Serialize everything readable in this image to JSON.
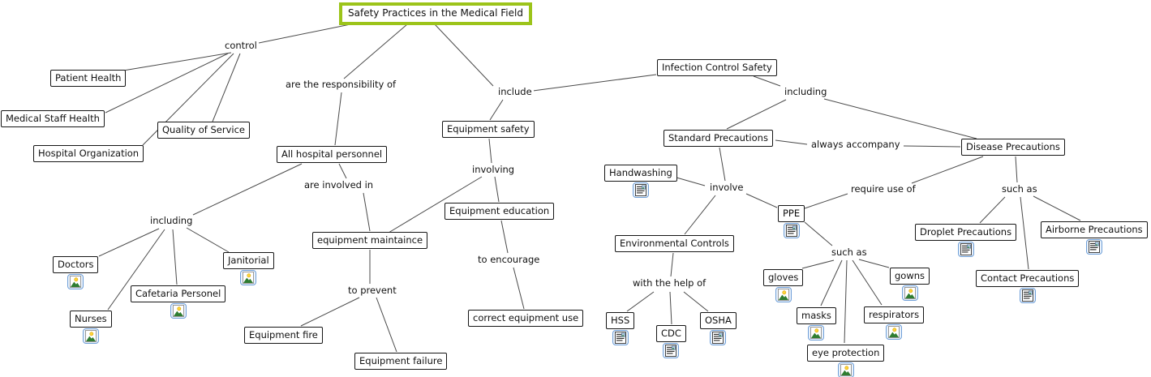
{
  "title": "Safety Practices in the Medical Field",
  "colors": {
    "title_border": "#9cc41a",
    "box_border": "#161616",
    "line": "#4a4a4a",
    "text": "#111111",
    "background": "#ffffff",
    "icon_border": "#6f9fd8"
  },
  "concepts": {
    "patient_health": "Patient Health",
    "medical_staff_health": "Medical Staff Health",
    "hospital_organization": "Hospital Organization",
    "quality_of_service": "Quality of Service",
    "all_hospital_personnel": "All hospital personnel",
    "doctors": "Doctors",
    "nurses": "Nurses",
    "cafetaria_personel": "Cafetaria Personel",
    "janitorial": "Janitorial",
    "equipment_maintaince": "equipment maintaince",
    "equipment_fire": "Equipment fire",
    "equipment_failure": "Equipment failure",
    "equipment_safety": "Equipment safety",
    "equipment_education": "Equipment education",
    "correct_equipment_use": "correct equipment use",
    "infection_control_safety": "Infection Control Safety",
    "standard_precautions": "Standard Precautions",
    "disease_precautions": "Disease Precautions",
    "handwashing": "Handwashing",
    "environmental_controls": "Environmental Controls",
    "hss": "HSS",
    "cdc": "CDC",
    "osha": "OSHA",
    "ppe": "PPE",
    "gloves": "gloves",
    "masks": "masks",
    "respirators": "respirators",
    "gowns": "gowns",
    "eye_protection": "eye protection",
    "droplet_precautions": "Droplet Precautions",
    "airborne_precautions": "Airborne Precautions",
    "contact_precautions": "Contact Precautions"
  },
  "linking_phrases": {
    "control": "control",
    "are_the_responsibility_of": "are the responsibility of",
    "are_involved_in": "are involved in",
    "including_left": "including",
    "to_prevent": "to prevent",
    "include": "include",
    "involving": "involving",
    "to_encourage": "to encourage",
    "including_right": "including",
    "always_accompany": "always accompany",
    "involve": "involve",
    "with_the_help_of": "with the help of",
    "require_use_of": "require use of",
    "such_as_ppe": "such as",
    "such_as_disease": "such as"
  },
  "icons": {
    "image_resource": "image-resource-icon",
    "document_resource": "document-resource-icon"
  }
}
